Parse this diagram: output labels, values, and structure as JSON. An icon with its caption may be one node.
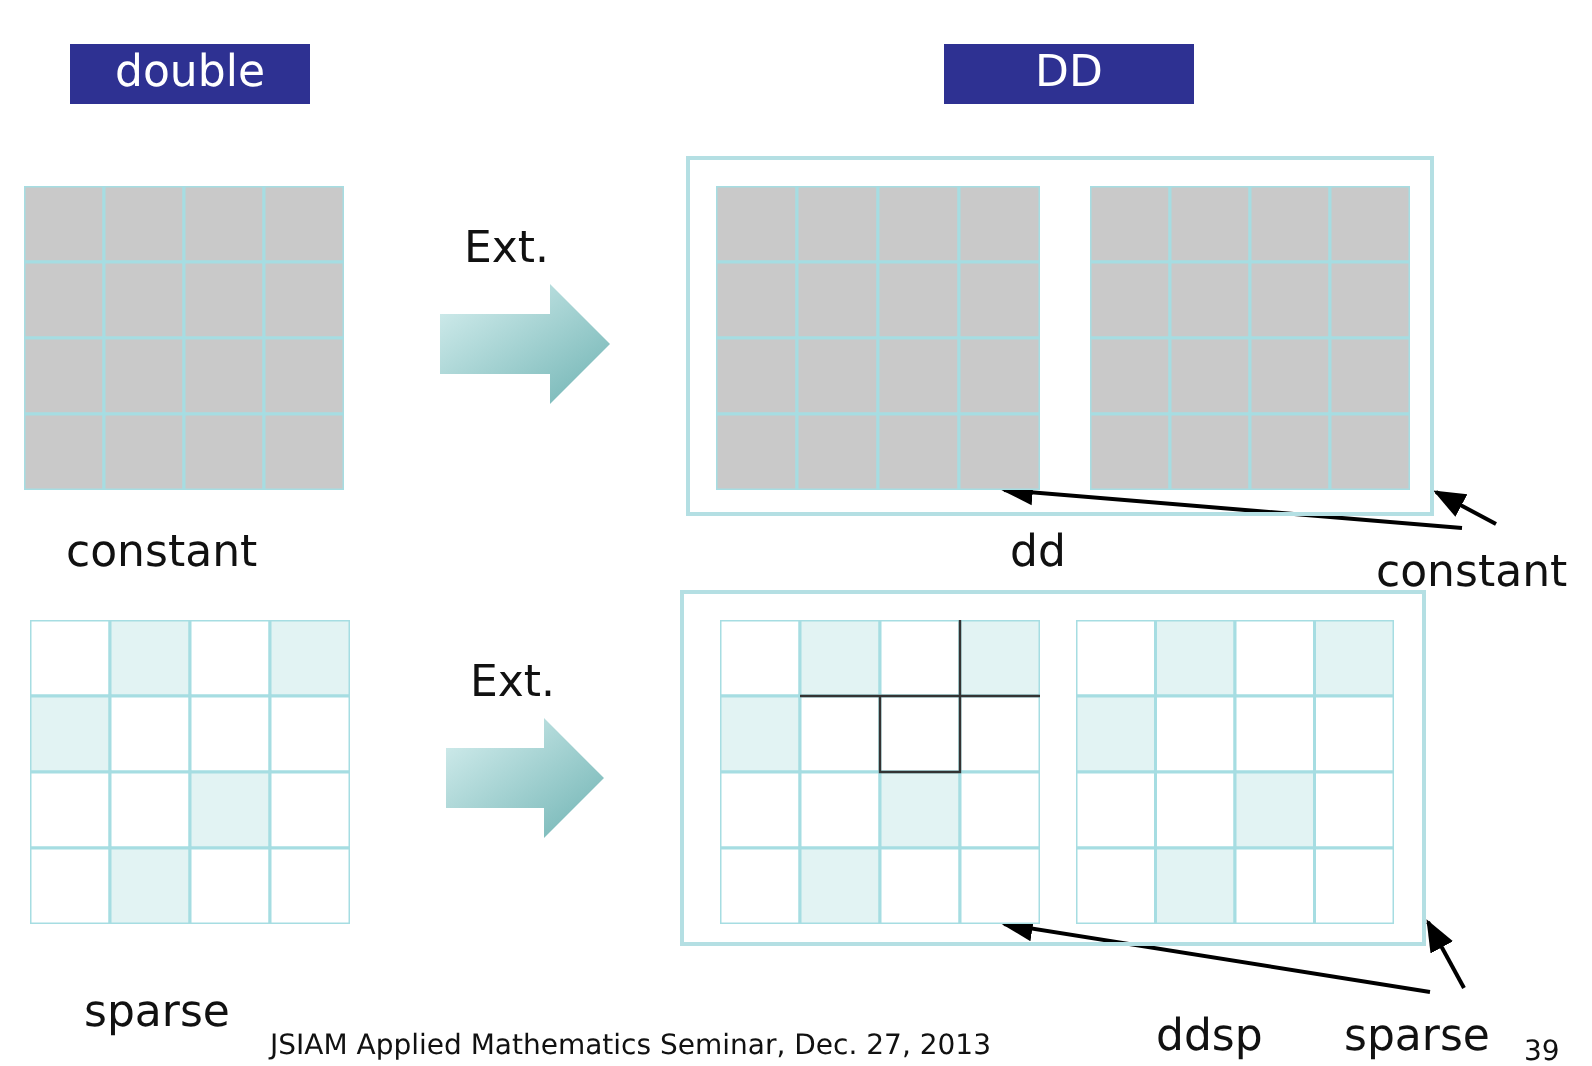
{
  "diagram": {
    "nodes": [
      {
        "text": [
          "double"
        ]
      },
      {
        "text": [
          "DD"
        ]
      },
      {
        "text": [],
        "shape": "box",
        "beside": [
          "constant"
        ]
      },
      {
        "text": [],
        "shape": "box",
        "beside": [
          "dd"
        ]
      },
      {
        "text": [],
        "shape": "box",
        "in": 3
      },
      {
        "text": [],
        "shape": "box",
        "in": 3
      },
      {
        "text": [
          "constant"
        ]
      },
      {
        "text": [],
        "shape": "box",
        "beside": [
          "sparse"
        ]
      },
      {
        "text": [],
        "shape": "box",
        "beside": [
          "ddsp"
        ]
      },
      {
        "text": [],
        "shape": "box",
        "in": 8
      },
      {
        "text": [],
        "shape": "box",
        "in": 8
      },
      {
        "text": [
          "sparse"
        ]
      }
    ],
    "edges": [
      {
        "from": 2,
        "to": 3,
        "arrow": "to",
        "label": "Ext.",
        "style": "thick"
      },
      {
        "from": 6,
        "to": 4,
        "arrow": "to"
      },
      {
        "from": 6,
        "to": 3,
        "arrow": "to"
      },
      {
        "from": 7,
        "to": 8,
        "arrow": "to",
        "label": "Ext.",
        "style": "thick"
      },
      {
        "from": 11,
        "to": 9,
        "arrow": "to"
      },
      {
        "from": 11,
        "to": 8,
        "arrow": "to"
      }
    ],
    "labels": [
      "JSIAM Applied Mathematics Seminar,  Dec. 27, 2013",
      "39"
    ]
  }
}
